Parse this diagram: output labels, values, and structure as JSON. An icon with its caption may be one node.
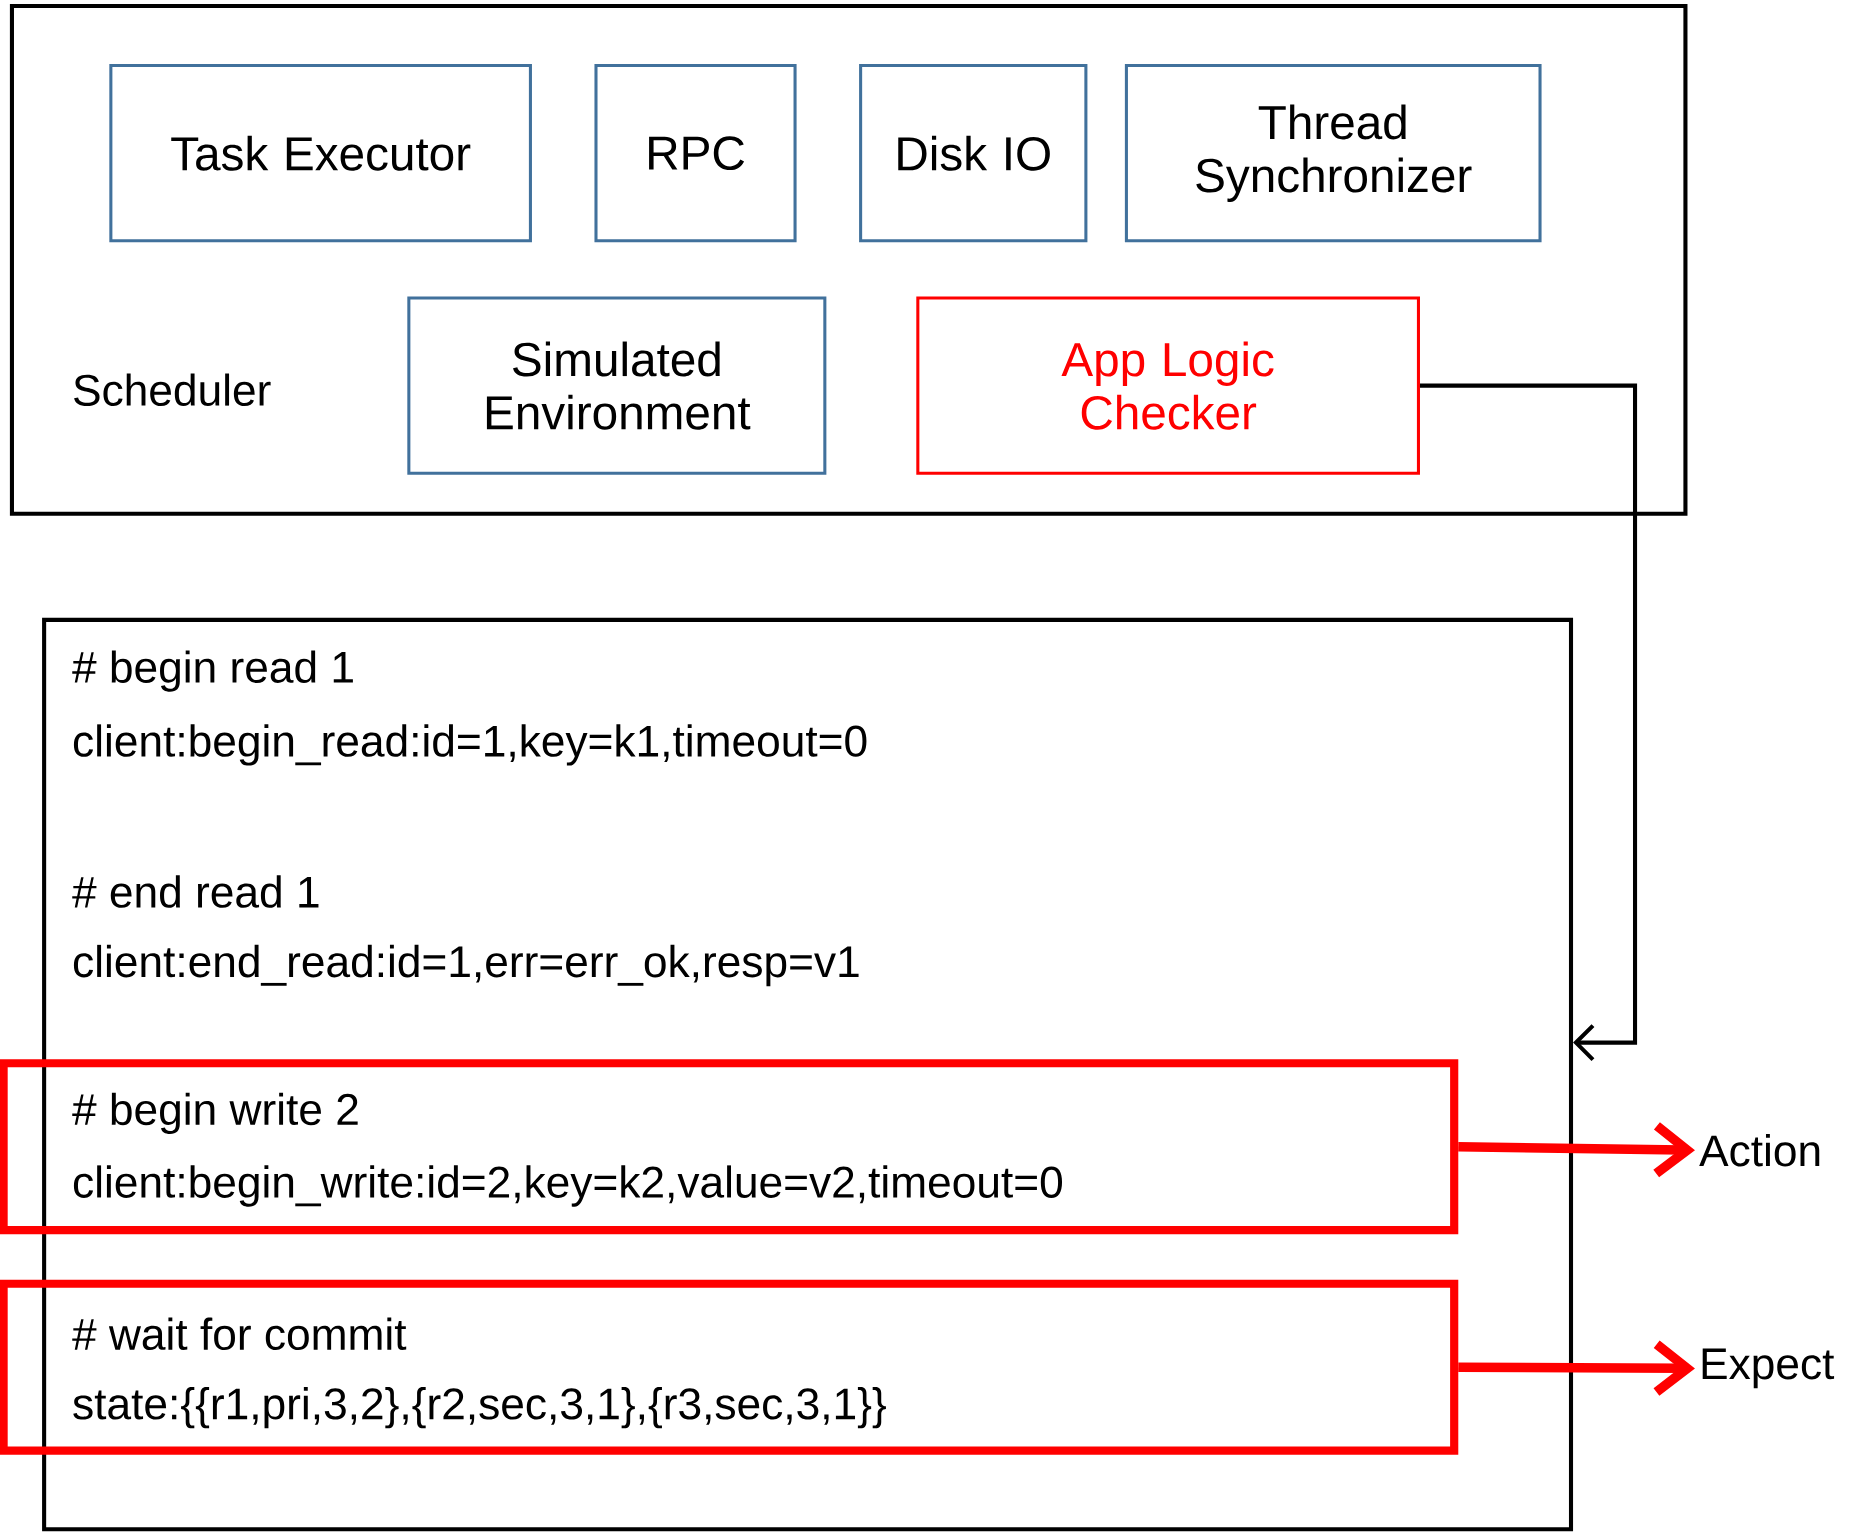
{
  "diagram": {
    "nodes": [
      {
        "text": [
          "Scheduler"
        ]
      },
      {
        "text": [
          "Task Executor"
        ],
        "in": 0
      },
      {
        "text": [
          "RPC"
        ],
        "in": 0
      },
      {
        "text": [
          "Disk IO"
        ],
        "in": 0
      },
      {
        "text": [
          "Thread Synchronizer"
        ],
        "in": 0
      },
      {
        "text": [
          "Simulated Environment"
        ],
        "in": 0
      },
      {
        "text": [
          "App Logic Checker"
        ],
        "in": 0
      },
      {
        "text": [
          "# begin read 1",
          "client:begin_read:id=1,key=k1,timeout=0",
          "# end read 1",
          "client:end_read:id=1,err=err_ok,resp=v1"
        ]
      },
      {
        "text": [
          "# begin write 2",
          "client:begin_write:id=2,key=k2,value=v2,timeout=0"
        ],
        "in": 7
      },
      {
        "text": [
          "# wait for commit",
          "state:{{r1,pri,3,2},{r2,sec,3,1},{r3,sec,3,1}}"
        ],
        "in": 7
      },
      {
        "text": [
          "Action"
        ]
      },
      {
        "text": [
          "Expect"
        ]
      }
    ],
    "edges": [
      {
        "from": 6,
        "to": 7,
        "arrow": "to",
        "color": "#000000"
      },
      {
        "from": 8,
        "to": 10,
        "arrow": "to",
        "color": "#ff0000"
      },
      {
        "from": 9,
        "to": 11,
        "arrow": "to",
        "color": "#ff0000"
      }
    ]
  }
}
